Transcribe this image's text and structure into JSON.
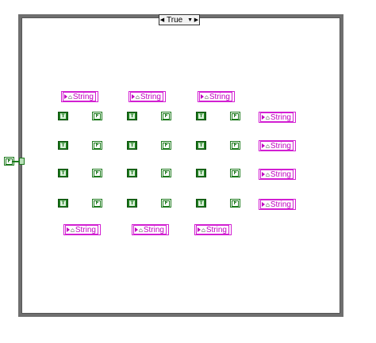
{
  "case_selector": {
    "label": "True"
  },
  "colors": {
    "boolean": "#1c7a1c",
    "string": "#d21fd2",
    "frame": "#6f6f6f"
  },
  "icons": {
    "bool_true": "T",
    "bool_false": "F",
    "string_prefix": "home-icon"
  },
  "string_label": "String",
  "top_strings": [
    "String",
    "String",
    "String"
  ],
  "right_strings": [
    "String",
    "String",
    "String",
    "String"
  ],
  "bottom_strings": [
    "String",
    "String",
    "String"
  ],
  "bool_rows": [
    [
      "T",
      "F",
      "T",
      "F",
      "T",
      "F"
    ],
    [
      "T",
      "F",
      "T",
      "F",
      "T",
      "F"
    ],
    [
      "T",
      "F",
      "T",
      "F",
      "T",
      "F"
    ],
    [
      "T",
      "F",
      "T",
      "F",
      "T",
      "F"
    ]
  ],
  "external_bool": "F"
}
